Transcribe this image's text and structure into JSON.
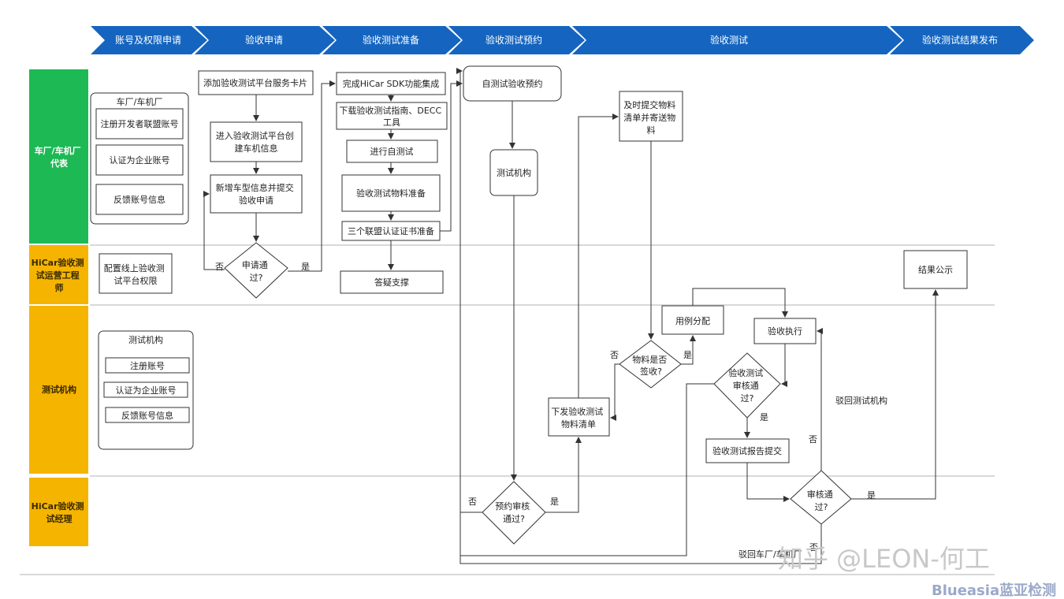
{
  "colors": {
    "phase_blue": "#1565c0",
    "lane_green": "#1db954",
    "lane_orange": "#f5b400",
    "box_border": "#333333",
    "line": "#333333"
  },
  "phases": [
    "账号及权限申请",
    "验收申请",
    "验收测试准备",
    "验收测试预约",
    "验收测试",
    "验收测试结果发布"
  ],
  "lanes": [
    [
      "车厂/车机厂",
      "代表"
    ],
    [
      "HiCar验收测",
      "试运营工程",
      "师"
    ],
    [
      "测试机构"
    ],
    [
      "HiCar验收测",
      "试经理"
    ]
  ],
  "group_oem": {
    "title": "车厂/车机厂",
    "items": [
      "注册开发者联盟账号",
      "认证为企业账号",
      "反馈账号信息"
    ]
  },
  "group_lab": {
    "title": "测试机构",
    "items": [
      "注册账号",
      "认证为企业账号",
      "反馈账号信息"
    ]
  },
  "boxes": {
    "config_perm": [
      "配置线上验收测",
      "试平台权限"
    ],
    "add_card": [
      "添加验收测试平台服务卡片"
    ],
    "enter_platform": [
      "进入验收测试平台创",
      "建车机信息"
    ],
    "add_model": [
      "新增车型信息并提交",
      "验收申请"
    ],
    "finish_sdk": [
      "完成HiCar SDK功能集成"
    ],
    "download_guide": [
      "下载验收测试指南、DECC",
      "工具"
    ],
    "self_test": [
      "进行自测试"
    ],
    "material_prep": [
      "验收测试物料准备"
    ],
    "alliance_cert": [
      "三个联盟认证证书准备"
    ],
    "qa_support": [
      "答疑支撑"
    ],
    "self_booking": [
      "自测试验收预约"
    ],
    "test_org": [
      "测试机构"
    ],
    "submit_material": [
      "及时提交物料",
      "清单并寄送物",
      "料"
    ],
    "issue_list": [
      "下发验收测试",
      "物料清单"
    ],
    "case_assign": [
      "用例分配"
    ],
    "exec": [
      "验收执行"
    ],
    "report_submit": [
      "验收测试报告提交"
    ],
    "result_public": [
      "结果公示"
    ]
  },
  "decisions": {
    "apply_pass": [
      "申请通",
      "过?"
    ],
    "material_received": [
      "物料是否",
      "签收?"
    ],
    "test_review": [
      "验收测试",
      "审核通",
      "过?"
    ],
    "booking_review": [
      "预约审核",
      "通过?"
    ],
    "final_review": [
      "审核通",
      "过?"
    ]
  },
  "labels": {
    "no": "否",
    "yes": "是",
    "reject_lab": "驳回测试机构",
    "reject_oem": "驳回车厂/车机厂"
  },
  "watermark": "知乎 @LEON-何工",
  "brand": "Blueasia蓝亚检测"
}
